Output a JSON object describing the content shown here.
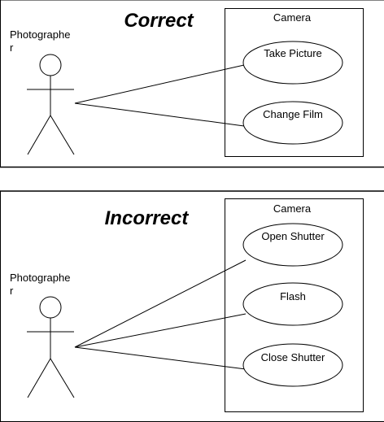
{
  "panels": [
    {
      "verdict": "Correct",
      "actor": {
        "line1": "Photographe",
        "line2": "r"
      },
      "system": "Camera",
      "use_cases": [
        "Take Picture",
        "Change Film"
      ]
    },
    {
      "verdict": "Incorrect",
      "actor": {
        "line1": "Photographe",
        "line2": "r"
      },
      "system": "Camera",
      "use_cases": [
        "Open Shutter",
        "Flash",
        "Close Shutter"
      ]
    }
  ]
}
